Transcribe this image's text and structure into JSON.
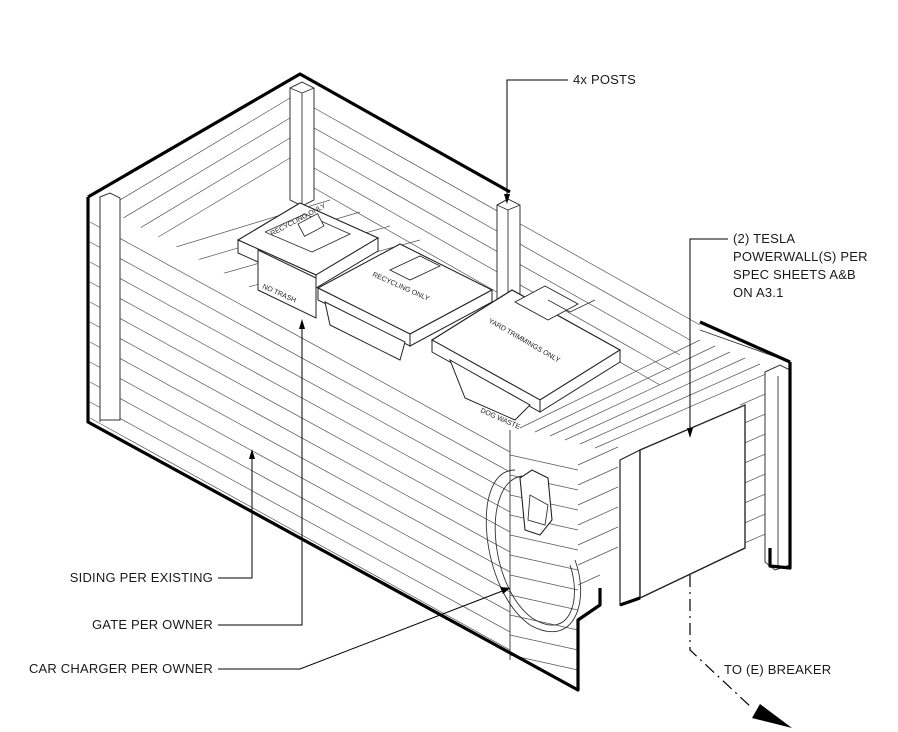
{
  "callouts": {
    "posts": "4x POSTS",
    "powerwall_line1": "(2) TESLA",
    "powerwall_line2": "POWERWALL(S) PER",
    "powerwall_line3": "SPEC SHEETS A&B",
    "powerwall_line4": "ON A3.1",
    "siding": "SIDING PER EXISTING",
    "gate": "GATE PER OWNER",
    "charger": "CAR CHARGER PER OWNER",
    "breaker": "TO (E) BREAKER"
  },
  "bins": {
    "bin1_lid": "RECYCLING ONLY",
    "bin1_side": "NO TRASH",
    "bin2_lid": "RECYCLING ONLY",
    "bin3_lid": "YARD TRIMMINGS ONLY",
    "bin3_side": "DOG WASTE"
  },
  "colors": {
    "line": "#000000",
    "background": "#ffffff"
  }
}
